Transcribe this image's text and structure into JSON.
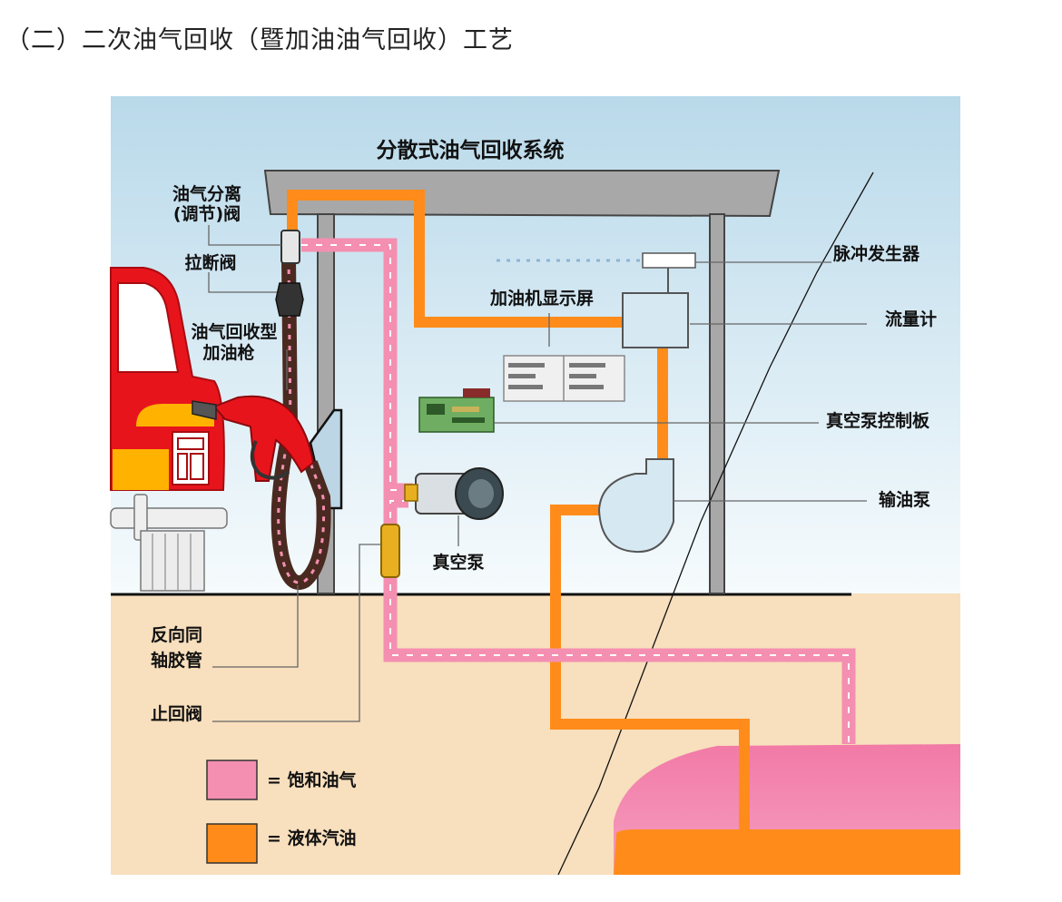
{
  "heading": "（二）二次油气回收（暨加油油气回收）工艺",
  "diagram": {
    "title": "分散式油气回收系统",
    "labels": {
      "separator_valve": [
        "油气分离",
        "(调节)阀"
      ],
      "breakaway_valve": "拉断阀",
      "nozzle": [
        "油气回收型",
        "加油枪"
      ],
      "hose": [
        "反向同",
        "轴胶管"
      ],
      "check_valve": "止回阀",
      "display": "加油机显示屏",
      "pulse_generator": "脉冲发生器",
      "flow_meter": "流量计",
      "vacuum_board": "真空泵控制板",
      "fuel_pump": "输油泵",
      "vacuum_pump": "真空泵"
    },
    "legend": [
      {
        "label": "= 饱和油气",
        "color": "#f48fb1"
      },
      {
        "label": "= 液体汽油",
        "color": "#ff8c1a"
      }
    ],
    "colors": {
      "vapor": "#f48fb1",
      "liquid": "#ff8c1a",
      "sky": "#c5e0ee",
      "ground": "#f8dfbd",
      "car": "#e8141c",
      "canopy": "#a6a6a6"
    }
  }
}
